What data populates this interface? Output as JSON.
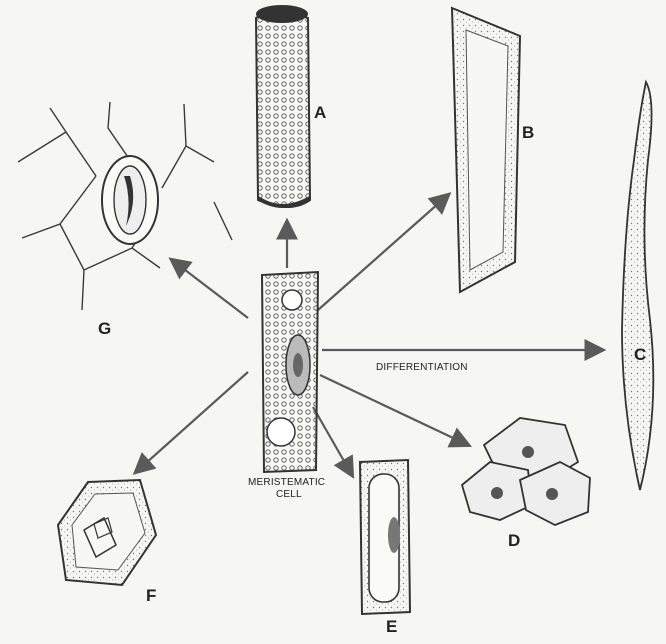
{
  "labels": {
    "A": "A",
    "B": "B",
    "C": "C",
    "D": "D",
    "E": "E",
    "F": "F",
    "G": "G"
  },
  "center_label_line1": "MERISTEMATIC",
  "center_label_line2": "CELL",
  "arrow_label": "DIFFERENTIATION"
}
